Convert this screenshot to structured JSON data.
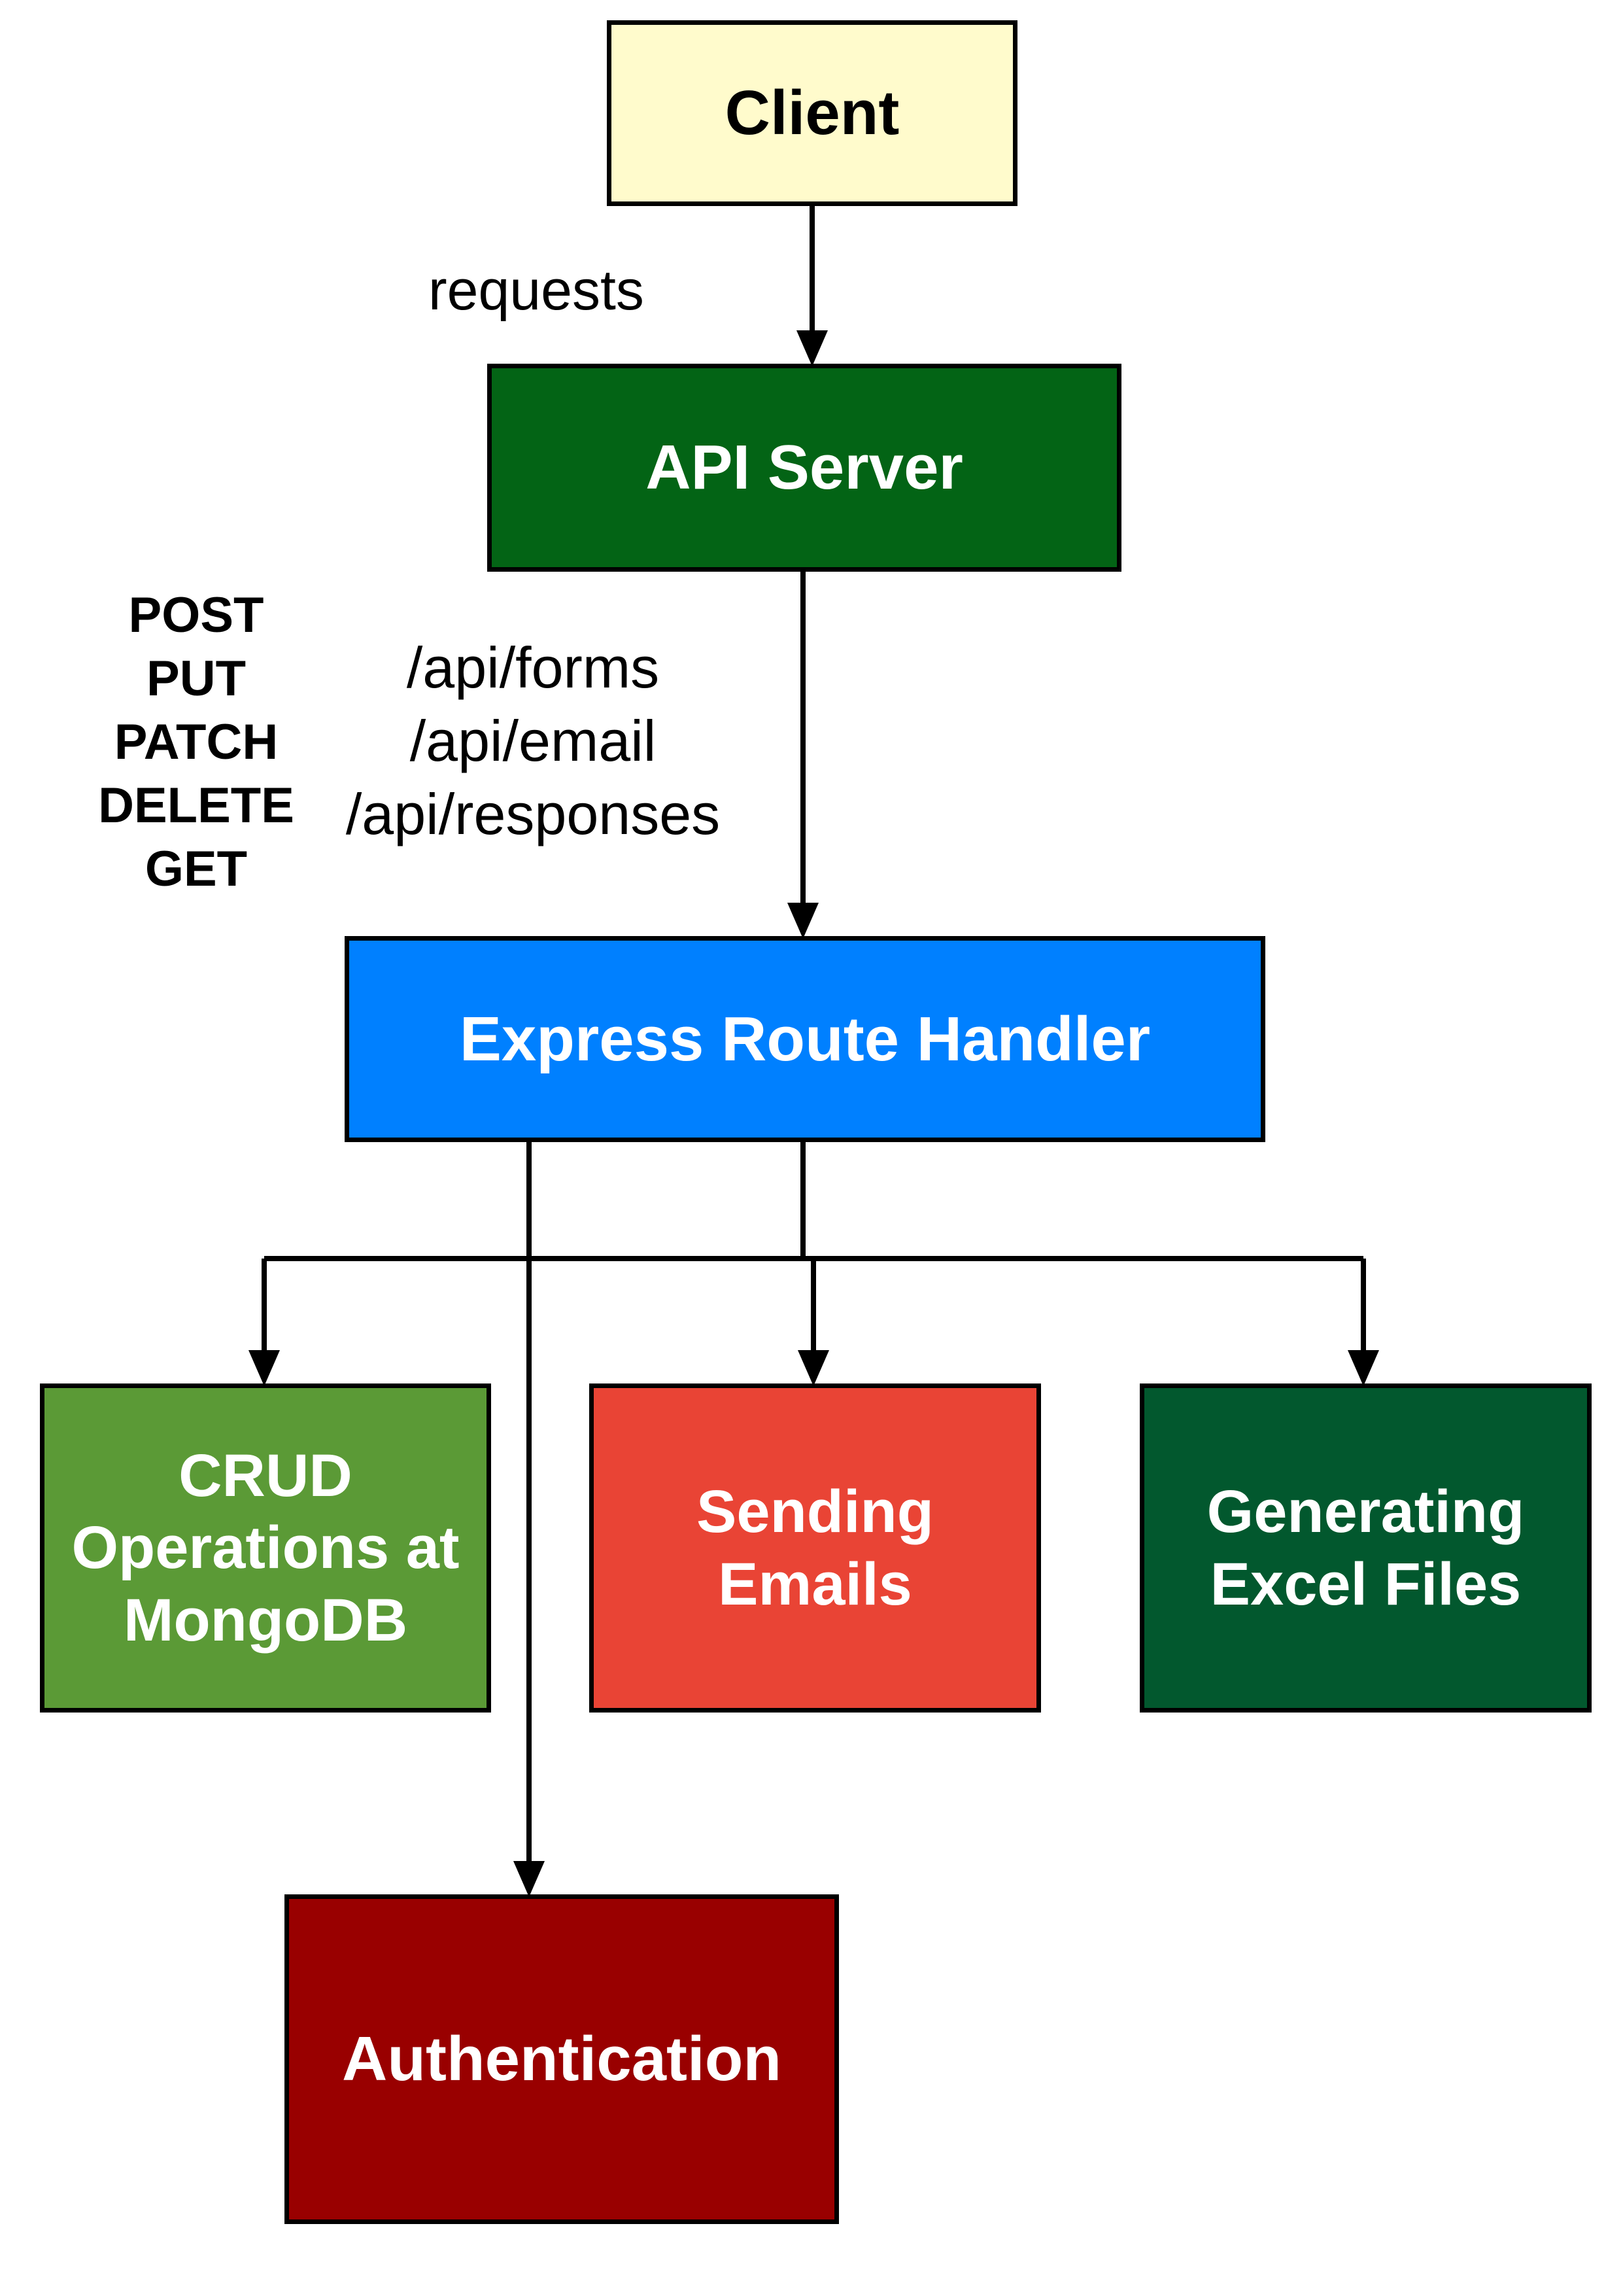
{
  "colors": {
    "client_fill": "#fffbcc",
    "api_server_fill": "#036415",
    "express_fill": "#0080ff",
    "crud_fill": "#5b9a36",
    "email_fill": "#e94435",
    "excel_fill": "#02582e",
    "auth_fill": "#990000",
    "stroke": "#000000"
  },
  "nodes": {
    "client": "Client",
    "api_server": "API Server",
    "express": "Express Route Handler",
    "crud": "CRUD\nOperations at\nMongoDB",
    "email": "Sending\nEmails",
    "excel": "Generating\nExcel Files",
    "auth": "Authentication"
  },
  "labels": {
    "requests": "requests",
    "methods": "POST\nPUT\nPATCH\nDELETE\nGET",
    "routes": "/api/forms\n/api/email\n/api/responses"
  },
  "edges": [
    {
      "from": "client",
      "to": "api_server"
    },
    {
      "from": "api_server",
      "to": "express"
    },
    {
      "from": "express",
      "to": "crud"
    },
    {
      "from": "express",
      "to": "email"
    },
    {
      "from": "express",
      "to": "excel"
    },
    {
      "from": "express",
      "to": "auth"
    }
  ]
}
